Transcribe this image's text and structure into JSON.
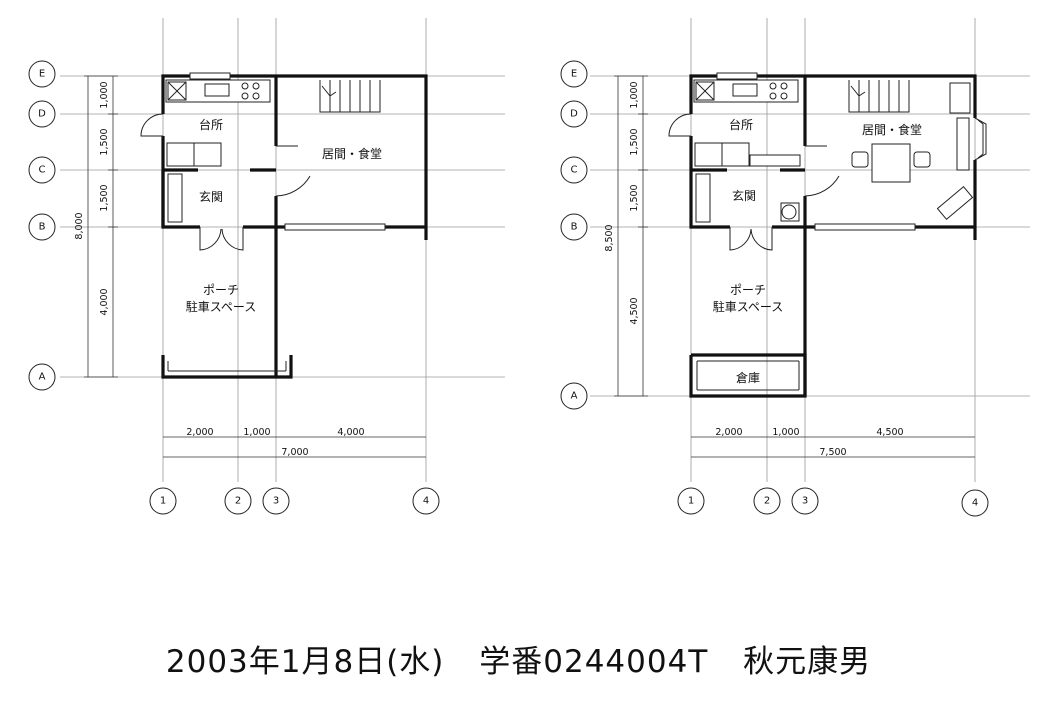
{
  "plans": [
    {
      "rooms": {
        "kitchen": "台所",
        "living": "居間・食堂",
        "entrance": "玄関",
        "porch_1": "ポーチ",
        "porch_2": "駐車スペース"
      },
      "row_labels": [
        "E",
        "D",
        "C",
        "B",
        "A"
      ],
      "col_labels": [
        "1",
        "2",
        "3",
        "4"
      ],
      "vertical_dims": [
        "1,000",
        "1,500",
        "1,500",
        "4,000"
      ],
      "vertical_total": "8,000",
      "horizontal_dims": [
        "2,000",
        "1,000",
        "4,000"
      ],
      "horizontal_total": "7,000"
    },
    {
      "rooms": {
        "kitchen": "台所",
        "living": "居間・食堂",
        "entrance": "玄関",
        "porch_1": "ポーチ",
        "porch_2": "駐車スペース",
        "storage": "倉庫"
      },
      "row_labels": [
        "E",
        "D",
        "C",
        "B",
        "A"
      ],
      "col_labels": [
        "1",
        "2",
        "3",
        "4"
      ],
      "vertical_dims": [
        "1,000",
        "1,500",
        "1,500",
        "4,500"
      ],
      "vertical_total": "8,500",
      "horizontal_dims": [
        "2,000",
        "1,000",
        "4,500"
      ],
      "horizontal_total": "7,500"
    }
  ],
  "footer": {
    "date": "2003年1月8日(水)",
    "student_id": "学番0244004T",
    "name": "秋元康男"
  }
}
